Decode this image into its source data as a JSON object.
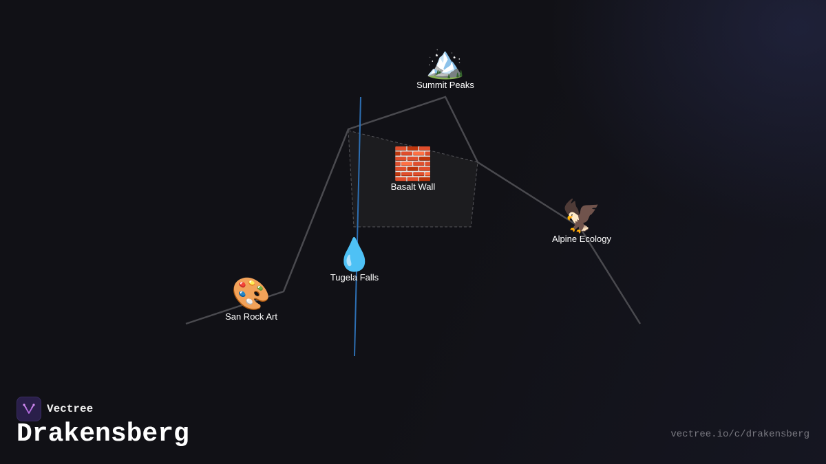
{
  "map": {
    "colors": {
      "trail": "#4a4a4f",
      "river": "#2d6fb3",
      "region_fill": "#1c1c1f",
      "region_border": "#55555a"
    },
    "pois": [
      {
        "id": "summit-peaks",
        "icon": "mountain-icon",
        "glyph": "🏔️",
        "label": "Summit Peaks"
      },
      {
        "id": "basalt-wall",
        "icon": "brick-icon",
        "glyph": "🧱",
        "label": "Basalt Wall"
      },
      {
        "id": "alpine-ecology",
        "icon": "eagle-icon",
        "glyph": "🦅",
        "label": "Alpine Ecology"
      },
      {
        "id": "tugela-falls",
        "icon": "water-drop-icon",
        "glyph": "💧",
        "label": "Tugela Falls"
      },
      {
        "id": "san-rock-art",
        "icon": "palette-icon",
        "glyph": "🎨",
        "label": "San Rock Art"
      }
    ]
  },
  "brand": {
    "name": "Vectree",
    "title": "Drakensberg",
    "url": "vectree.io/c/drakensberg"
  }
}
